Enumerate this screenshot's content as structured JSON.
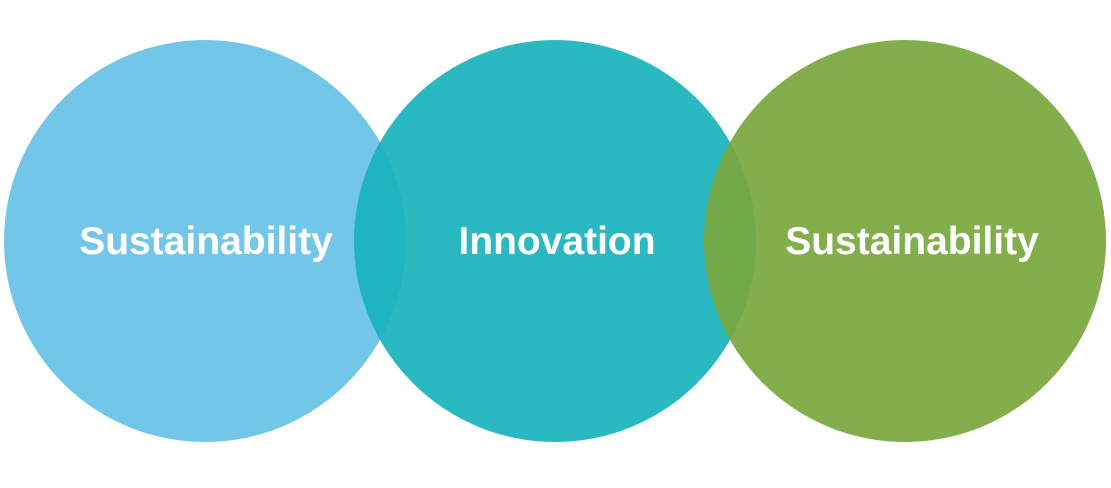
{
  "diagram": {
    "type": "overlapping-circles",
    "circles": [
      {
        "label": "Sustainability",
        "color": "#72C6E8"
      },
      {
        "label": "Innovation",
        "color": "#21B5C2"
      },
      {
        "label": "Sustainability",
        "color": "#77A840"
      }
    ],
    "overlap_colors": {
      "circle1_circle2": "#2DB8CA",
      "circle2_circle3": "#64A958"
    },
    "text_color": "#FFFFFF",
    "background": "#FFFFFF"
  }
}
